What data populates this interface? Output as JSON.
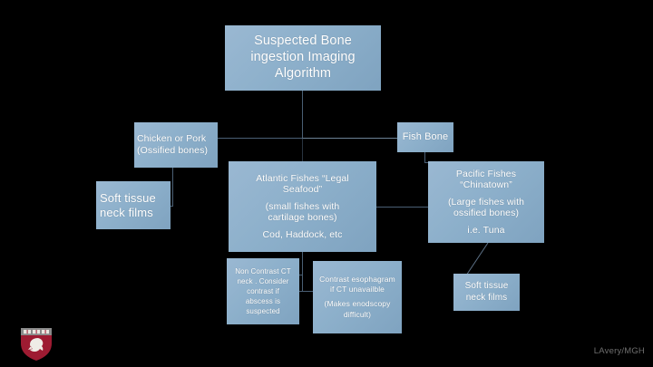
{
  "slide": {
    "background_color": "#000000",
    "node_fill_color": "#8db0cb",
    "node_text_color": "#ffffff",
    "connector_color": "#4a5f74",
    "credit": "LAvery/MGH",
    "crest_name": "harvard-medical-school-crest",
    "crest_colors": {
      "shield": "#9e1b32",
      "chief": "#7d7d7d",
      "figure": "#e8e4dc"
    }
  },
  "nodes": {
    "title": {
      "lines": [
        "Suspected Bone",
        "ingestion Imaging",
        "Algorithm"
      ]
    },
    "chicken_or_pork": {
      "lines": [
        "Chicken or Pork",
        "(Ossified bones)"
      ]
    },
    "soft_tissue_left": {
      "lines": [
        "Soft tissue",
        "neck films"
      ]
    },
    "fish_bone": {
      "lines": [
        "Fish Bone"
      ]
    },
    "atlantic_fishes": {
      "group1": [
        "Atlantic Fishes  “Legal",
        "Seafood”"
      ],
      "group2": [
        "(small fishes with",
        "cartilage bones)"
      ],
      "group3": [
        "Cod, Haddock, etc"
      ]
    },
    "pacific_fishes": {
      "group1": [
        "Pacific Fishes",
        "“Chinatown”"
      ],
      "group2": [
        "(Large fishes with",
        "ossified bones)"
      ],
      "group3": [
        "i.e. Tuna"
      ]
    },
    "non_contrast_ct": {
      "lines": [
        "Non Contrast CT",
        "neck . Consider",
        "contrast if",
        "abscess is",
        "suspected"
      ]
    },
    "contrast_esophagram": {
      "group1": [
        "Contrast esophagram",
        "if CT unavailble"
      ],
      "group2": [
        "(Makes enodscopy",
        "difficult)"
      ]
    },
    "soft_tissue_right": {
      "lines": [
        "Soft tissue",
        "neck films"
      ]
    }
  }
}
